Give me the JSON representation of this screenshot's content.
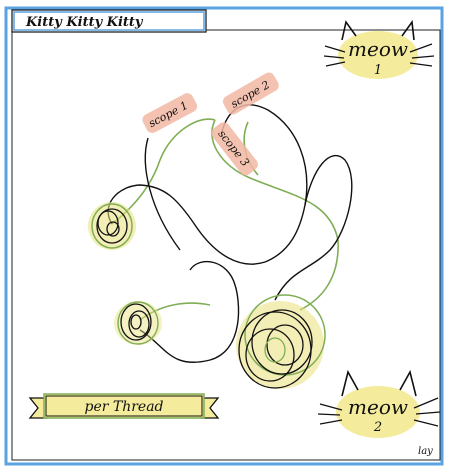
{
  "title": "Kitty Kitty Kitty",
  "scopes": [
    {
      "id": "scope1",
      "label": "scope 1"
    },
    {
      "id": "scope2",
      "label": "scope 2"
    },
    {
      "id": "scope3",
      "label": "scope 3"
    }
  ],
  "banner": {
    "label": "per Thread"
  },
  "meow_badges": [
    {
      "word": "meow",
      "number": "1"
    },
    {
      "word": "meow",
      "number": "2"
    }
  ],
  "signature": "lay",
  "colors": {
    "frame_blue": "#5aa2e0",
    "ink": "#111111",
    "thread_green": "#7fae55",
    "scribble_yellow": "#e9e07a",
    "scope_tag": "#f2b7a3",
    "badge_fill": "#f4ec9c"
  },
  "icons": [
    "cat-ears-icon",
    "cat-whiskers-icon",
    "yarn-ball-icon"
  ]
}
